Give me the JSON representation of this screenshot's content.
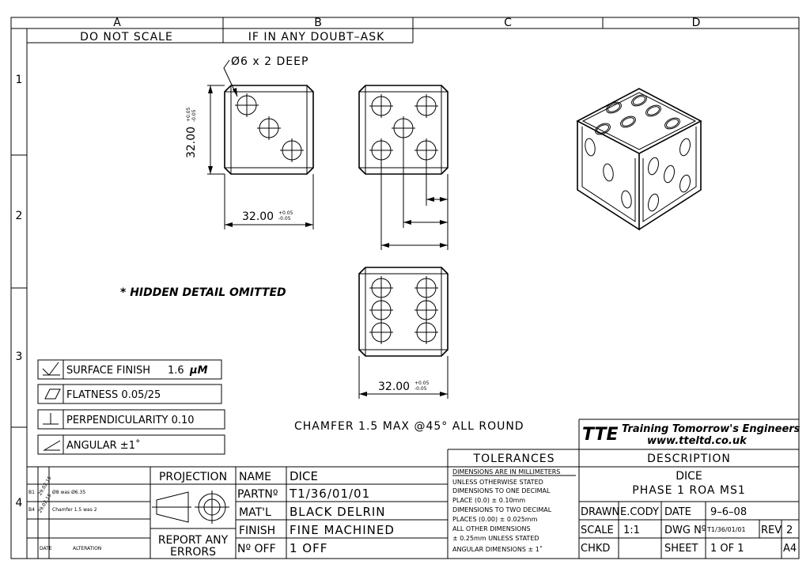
{
  "border": {
    "columns": [
      "A",
      "B",
      "C",
      "D"
    ],
    "rows": [
      "1",
      "2",
      "3",
      "4"
    ]
  },
  "notes": {
    "do_not_scale": "DO NOT SCALE",
    "if_in_doubt": "IF IN ANY DOUBT–ASK",
    "hole_callout": "Ø6 x 2 DEEP",
    "hidden_detail": "* HIDDEN DETAIL OMITTED",
    "chamfer": "CHAMFER 1.5 MAX @45° ALL ROUND"
  },
  "dimensions": {
    "side_height": "32.00",
    "side_height_tol_upper": "+0.05",
    "side_height_tol_lower": "-0.05",
    "side_width": "32.00",
    "side_width_tol_upper": "+0.05",
    "side_width_tol_lower": "-0.05",
    "bottom_width": "32.00",
    "bottom_width_tol_upper": "+0.05",
    "bottom_width_tol_lower": "-0.05"
  },
  "specs": {
    "surface_finish_label": "SURFACE FINISH",
    "surface_finish_value": "1.6",
    "surface_finish_unit": "μM",
    "flatness": "FLATNESS 0.05/25",
    "perpendicularity": "PERPENDICULARITY 0.10",
    "angular": "ANGULAR ±1˚"
  },
  "company": {
    "logo": "TTE",
    "slogan": "Training Tomorrow's Engineers",
    "website": "www.tteltd.co.uk"
  },
  "title_block": {
    "projection_label": "PROJECTION",
    "report_errors_line1": "REPORT ANY",
    "report_errors_line2": "ERRORS",
    "name_label": "NAME",
    "name_value": "DICE",
    "partno_label": "PARTNº",
    "partno_value": "T1/36/01/01",
    "material_label": "MAT'L",
    "material_value": "BLACK DELRIN",
    "finish_label": "FINISH",
    "finish_value": "FINE MACHINED",
    "nooff_label": "Nº OFF",
    "nooff_value": "1 OFF",
    "tolerances_header": "TOLERANCES",
    "tolerance_lines": [
      "DIMENSIONS ARE IN MILLIMETERS",
      "UNLESS OTHERWISE STATED",
      "DIMENSIONS TO ONE DECIMAL",
      "PLACE (0.0)  ± 0.10mm",
      "DIMENSIONS TO TWO DECIMAL",
      "PLACES (0.00) ± 0.025mm",
      "ALL OTHER DIMENSIONS",
      "± 0.25mm UNLESS STATED",
      "ANGULAR DIMENSIONS ± 1˚"
    ],
    "description_header": "DESCRIPTION",
    "description_line1": "DICE",
    "description_line2": "PHASE 1 ROA MS1",
    "drawn_label": "DRAWN",
    "drawn_value": "E.CODY",
    "date_label": "DATE",
    "date_value": "9–6–08",
    "scale_label": "SCALE",
    "scale_value": "1:1",
    "dwgno_label": "DWG Nº",
    "dwgno_value": "T1/36/01/01",
    "rev_label": "REV",
    "rev_value": "2",
    "chkd_label": "CHKD",
    "sheet_label": "SHEET",
    "sheet_value": "1 OF 1",
    "paper_size": "A4"
  },
  "revisions": {
    "rows": [
      {
        "ref": "B1",
        "date": "29.02.15",
        "text": "Ø8 was Ø6.35"
      },
      {
        "ref": "B4",
        "date": "29.02.15",
        "text": "Chamfer 1.5 was 2"
      }
    ],
    "date_header": "DATE",
    "alteration_header": "ALTERATION"
  }
}
